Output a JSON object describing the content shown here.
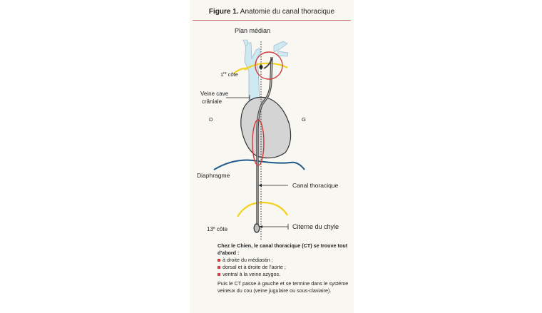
{
  "figure": {
    "caption_number": "Figure 1.",
    "caption_title": "Anatomie du canal thoracique"
  },
  "labels": {
    "median_plane": "Plan médian",
    "first_rib": "1",
    "first_rib_sup": "re",
    "first_rib_word": " côte",
    "vena_cava_line1": "Veine cave",
    "vena_cava_line2": "crâniale",
    "right_side": "D",
    "left_side": "G",
    "diaphragm": "Diaphragme",
    "thoracic_duct": "Canal thoracique",
    "rib_13": "13",
    "rib_13_sup": "e",
    "rib_13_word": " côte",
    "cisterna_chyli": "Citerne du chyle"
  },
  "description": {
    "intro": "Chez le Chien, le canal thoracique (CT) se trouve tout d'abord :",
    "bullets": [
      "à droite du médiastin ;",
      "dorsal et à droite de l'aorte ;",
      "ventral à la veine azygos."
    ],
    "outro": "Puis le CT passe à gauche et se termine dans le système veineux du cou (veine jugulaire ou sous-claviaire)."
  },
  "colors": {
    "vessel_fill": "#cfe9f3",
    "vessel_stroke": "#9bb9c7",
    "heart_fill": "#d4d4d4",
    "heart_stroke": "#333333",
    "rib": "#f2d21e",
    "diaphragm": "#1f5a8c",
    "highlight": "#d23a3a",
    "bullet": "#d43a3a"
  }
}
